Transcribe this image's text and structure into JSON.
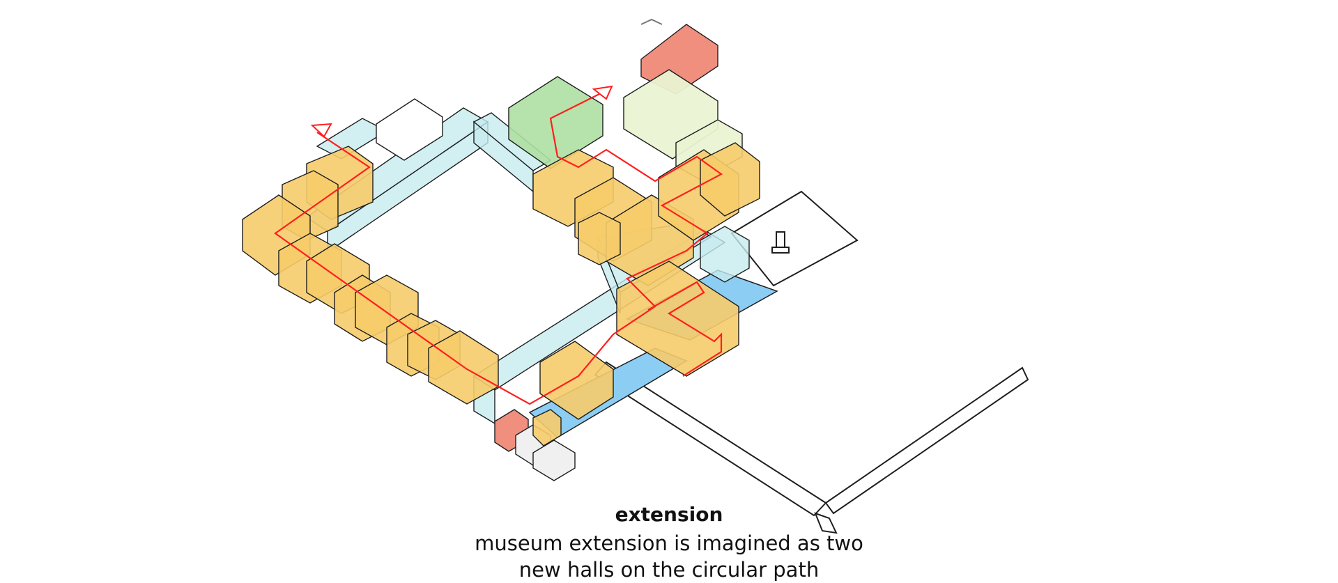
{
  "caption": {
    "title": "extension",
    "lines": [
      "museum extension is imagined as two",
      "new halls on the circular path"
    ]
  },
  "colors": {
    "gallery": "#f6cc6a",
    "corridor": "#c7ebef",
    "new_hall": "#aee0a2",
    "pale_hall": "#eaf3d2",
    "service": "#f08f7e",
    "water": "#8bcdf3",
    "path": "#ff1f1f",
    "stroke": "#1e1e1e"
  },
  "icons": [
    "monument-icon",
    "arrow-triangle-icon",
    "north-marker-icon"
  ]
}
